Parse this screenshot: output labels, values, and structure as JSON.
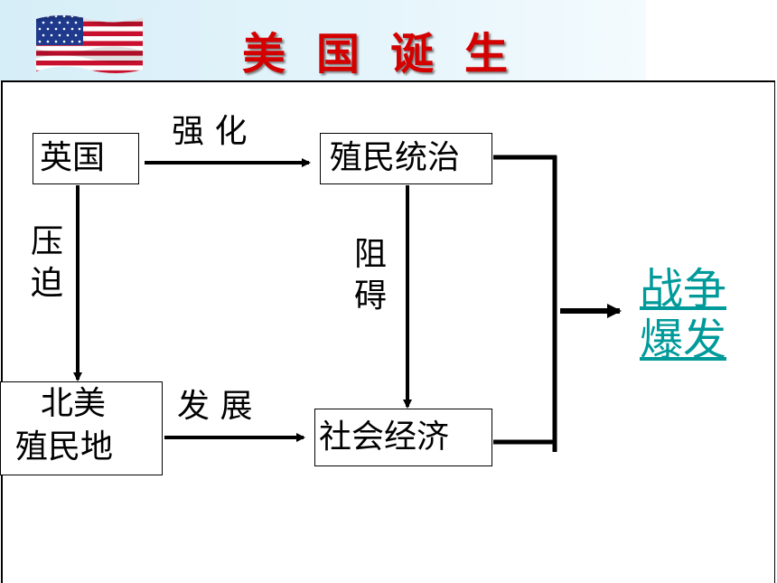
{
  "header": {
    "title": "美国诞生",
    "flag_icon": "us-flag-icon"
  },
  "diagram": {
    "nodes": {
      "britain": "英国",
      "colonial_rule": "殖民统治",
      "north_america_line1": "北美",
      "north_america_line2": "殖民地",
      "social_economy": "社会经济"
    },
    "edge_labels": {
      "strengthen": "强 化",
      "oppress_line1": "压",
      "oppress_line2": "迫",
      "hinder_line1": "阻",
      "hinder_line2": "碍",
      "develop": "发 展"
    },
    "result_line1": "战争",
    "result_line2": "爆发",
    "colors": {
      "title": "#d40000",
      "link": "#009a9a",
      "header_band": "#dff2fa"
    }
  }
}
